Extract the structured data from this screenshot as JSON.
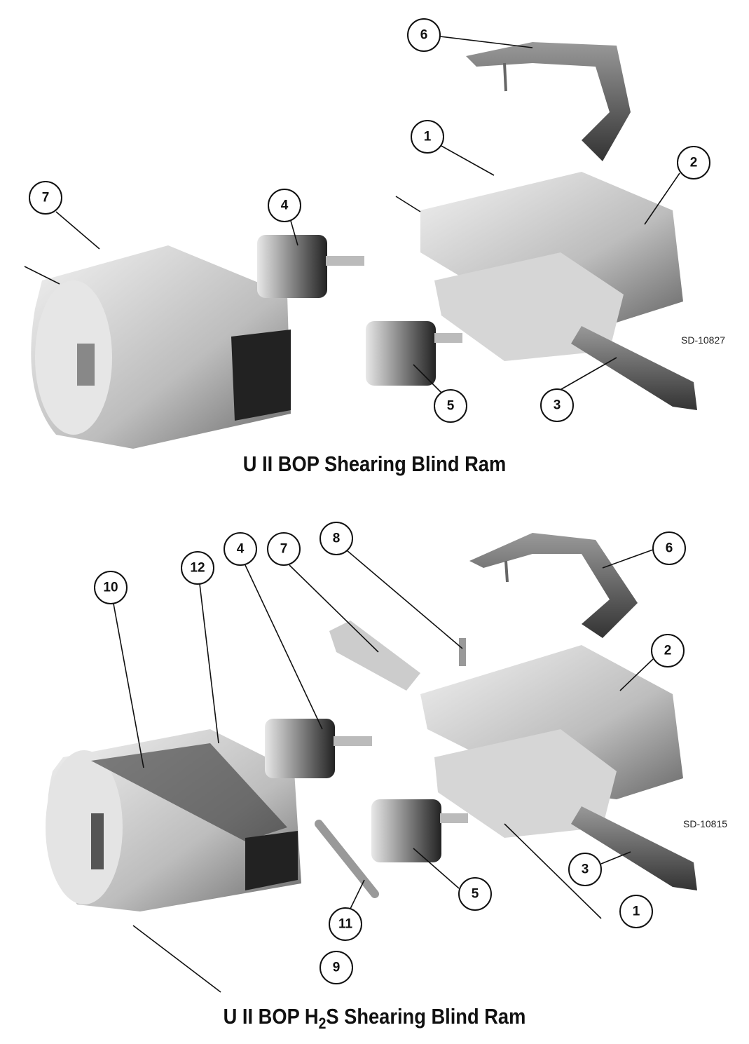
{
  "top_figure": {
    "title": "U II BOP Shearing Blind Ram",
    "drawing_number": "SD-10827",
    "callouts": {
      "c6": "6",
      "c1": "1",
      "c2": "2",
      "c7": "7",
      "c4": "4",
      "c5": "5",
      "c3": "3"
    }
  },
  "bottom_figure": {
    "title_prefix": "U II BOP H",
    "title_sub": "2",
    "title_suffix": "S Shearing Blind Ram",
    "drawing_number": "SD-10815",
    "callouts": {
      "c10": "10",
      "c12": "12",
      "c4": "4",
      "c7": "7",
      "c8": "8",
      "c6": "6",
      "c2": "2",
      "c3": "3",
      "c5": "5",
      "c1": "1",
      "c11": "11",
      "c9": "9"
    }
  }
}
